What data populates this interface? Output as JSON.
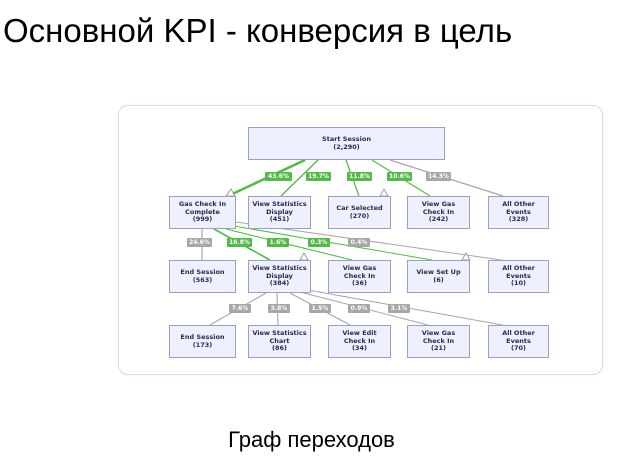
{
  "title": "Основной KPI - конверсия в цель",
  "caption": "Граф переходов",
  "colors": {
    "highlight": "#55b84a",
    "neutral": "#a7a7a7",
    "node_fill": "#eef0ff",
    "node_border": "#9aa0c0"
  },
  "nodes": {
    "start": {
      "label": "Start Session",
      "count": "(2,290)"
    },
    "l1_gas_check_in_complete": {
      "label": "Gas Check In Complete",
      "count": "(999)"
    },
    "l1_view_statistics_display": {
      "label": "View Statistics Display",
      "count": "(451)"
    },
    "l1_car_selected": {
      "label": "Car Selected",
      "count": "(270)"
    },
    "l1_view_gas_check_in": {
      "label": "View Gas Check In",
      "count": "(242)"
    },
    "l1_all_other": {
      "label": "All Other Events",
      "count": "(328)"
    },
    "l2_end_session": {
      "label": "End Session",
      "count": "(563)"
    },
    "l2_view_statistics_display": {
      "label": "View Statistics Display",
      "count": "(384)"
    },
    "l2_view_gas_check_in": {
      "label": "View Gas Check In",
      "count": "(36)"
    },
    "l2_view_set_up": {
      "label": "View Set Up",
      "count": "(6)"
    },
    "l2_all_other": {
      "label": "All Other Events",
      "count": "(10)"
    },
    "l3_end_session": {
      "label": "End Session",
      "count": "(173)"
    },
    "l3_view_statistics_chart": {
      "label": "View Statistics Chart",
      "count": "(86)"
    },
    "l3_view_edit_check_in": {
      "label": "View Edit Check In",
      "count": "(34)"
    },
    "l3_view_gas_check_in": {
      "label": "View Gas Check In",
      "count": "(21)"
    },
    "l3_all_other": {
      "label": "All Other Events",
      "count": "(70)"
    }
  },
  "edges": {
    "start_to_l1_1": "43.6%",
    "start_to_l1_2": "19.7%",
    "start_to_l1_3": "11.8%",
    "start_to_l1_4": "10.6%",
    "start_to_l1_5": "14.3%",
    "l1_to_l2_1": "24.6%",
    "l1_to_l2_2": "16.8%",
    "l1_to_l2_3": "1.6%",
    "l1_to_l2_4": "0.3%",
    "l1_to_l2_5": "0.4%",
    "l2_to_l3_1": "7.6%",
    "l2_to_l3_2": "3.8%",
    "l2_to_l3_3": "1.5%",
    "l2_to_l3_4": "0.9%",
    "l2_to_l3_5": "3.1%"
  }
}
